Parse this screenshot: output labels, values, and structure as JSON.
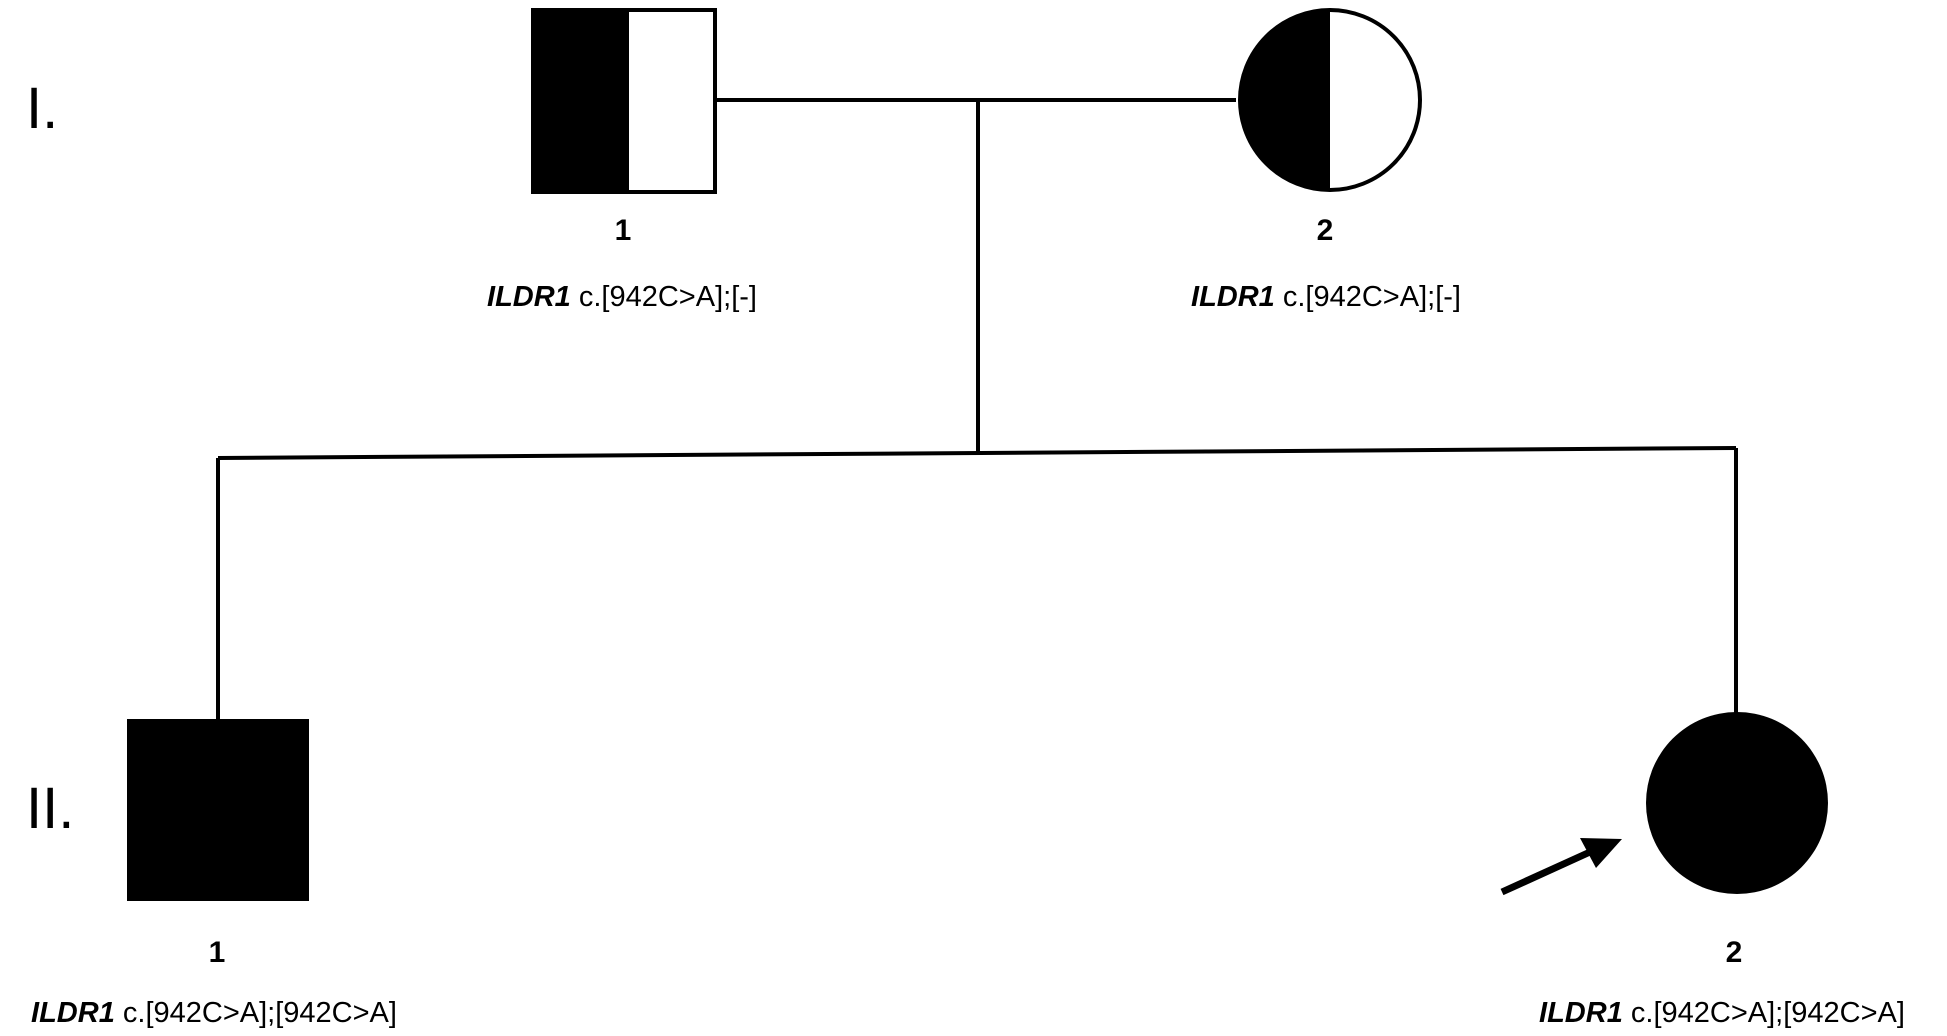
{
  "generations": {
    "gen1": "I.",
    "gen2": "II."
  },
  "individuals": {
    "gen1_father": {
      "number": "1",
      "gene": "ILDR1",
      "genotype": " c.[942C>A];[-]",
      "sex": "male",
      "status": "carrier"
    },
    "gen1_mother": {
      "number": "2",
      "gene": "ILDR1",
      "genotype": " c.[942C>A];[-]",
      "sex": "female",
      "status": "carrier"
    },
    "gen2_son": {
      "number": "1",
      "gene": "ILDR1",
      "genotype": " c.[942C>A];[942C>A]",
      "sex": "male",
      "status": "affected"
    },
    "gen2_daughter": {
      "number": "2",
      "gene": "ILDR1",
      "genotype": " c.[942C>A];[942C>A]",
      "sex": "female",
      "status": "affected",
      "proband": true
    }
  },
  "colors": {
    "line": "#000000",
    "fill": "#000000",
    "background": "#ffffff"
  }
}
